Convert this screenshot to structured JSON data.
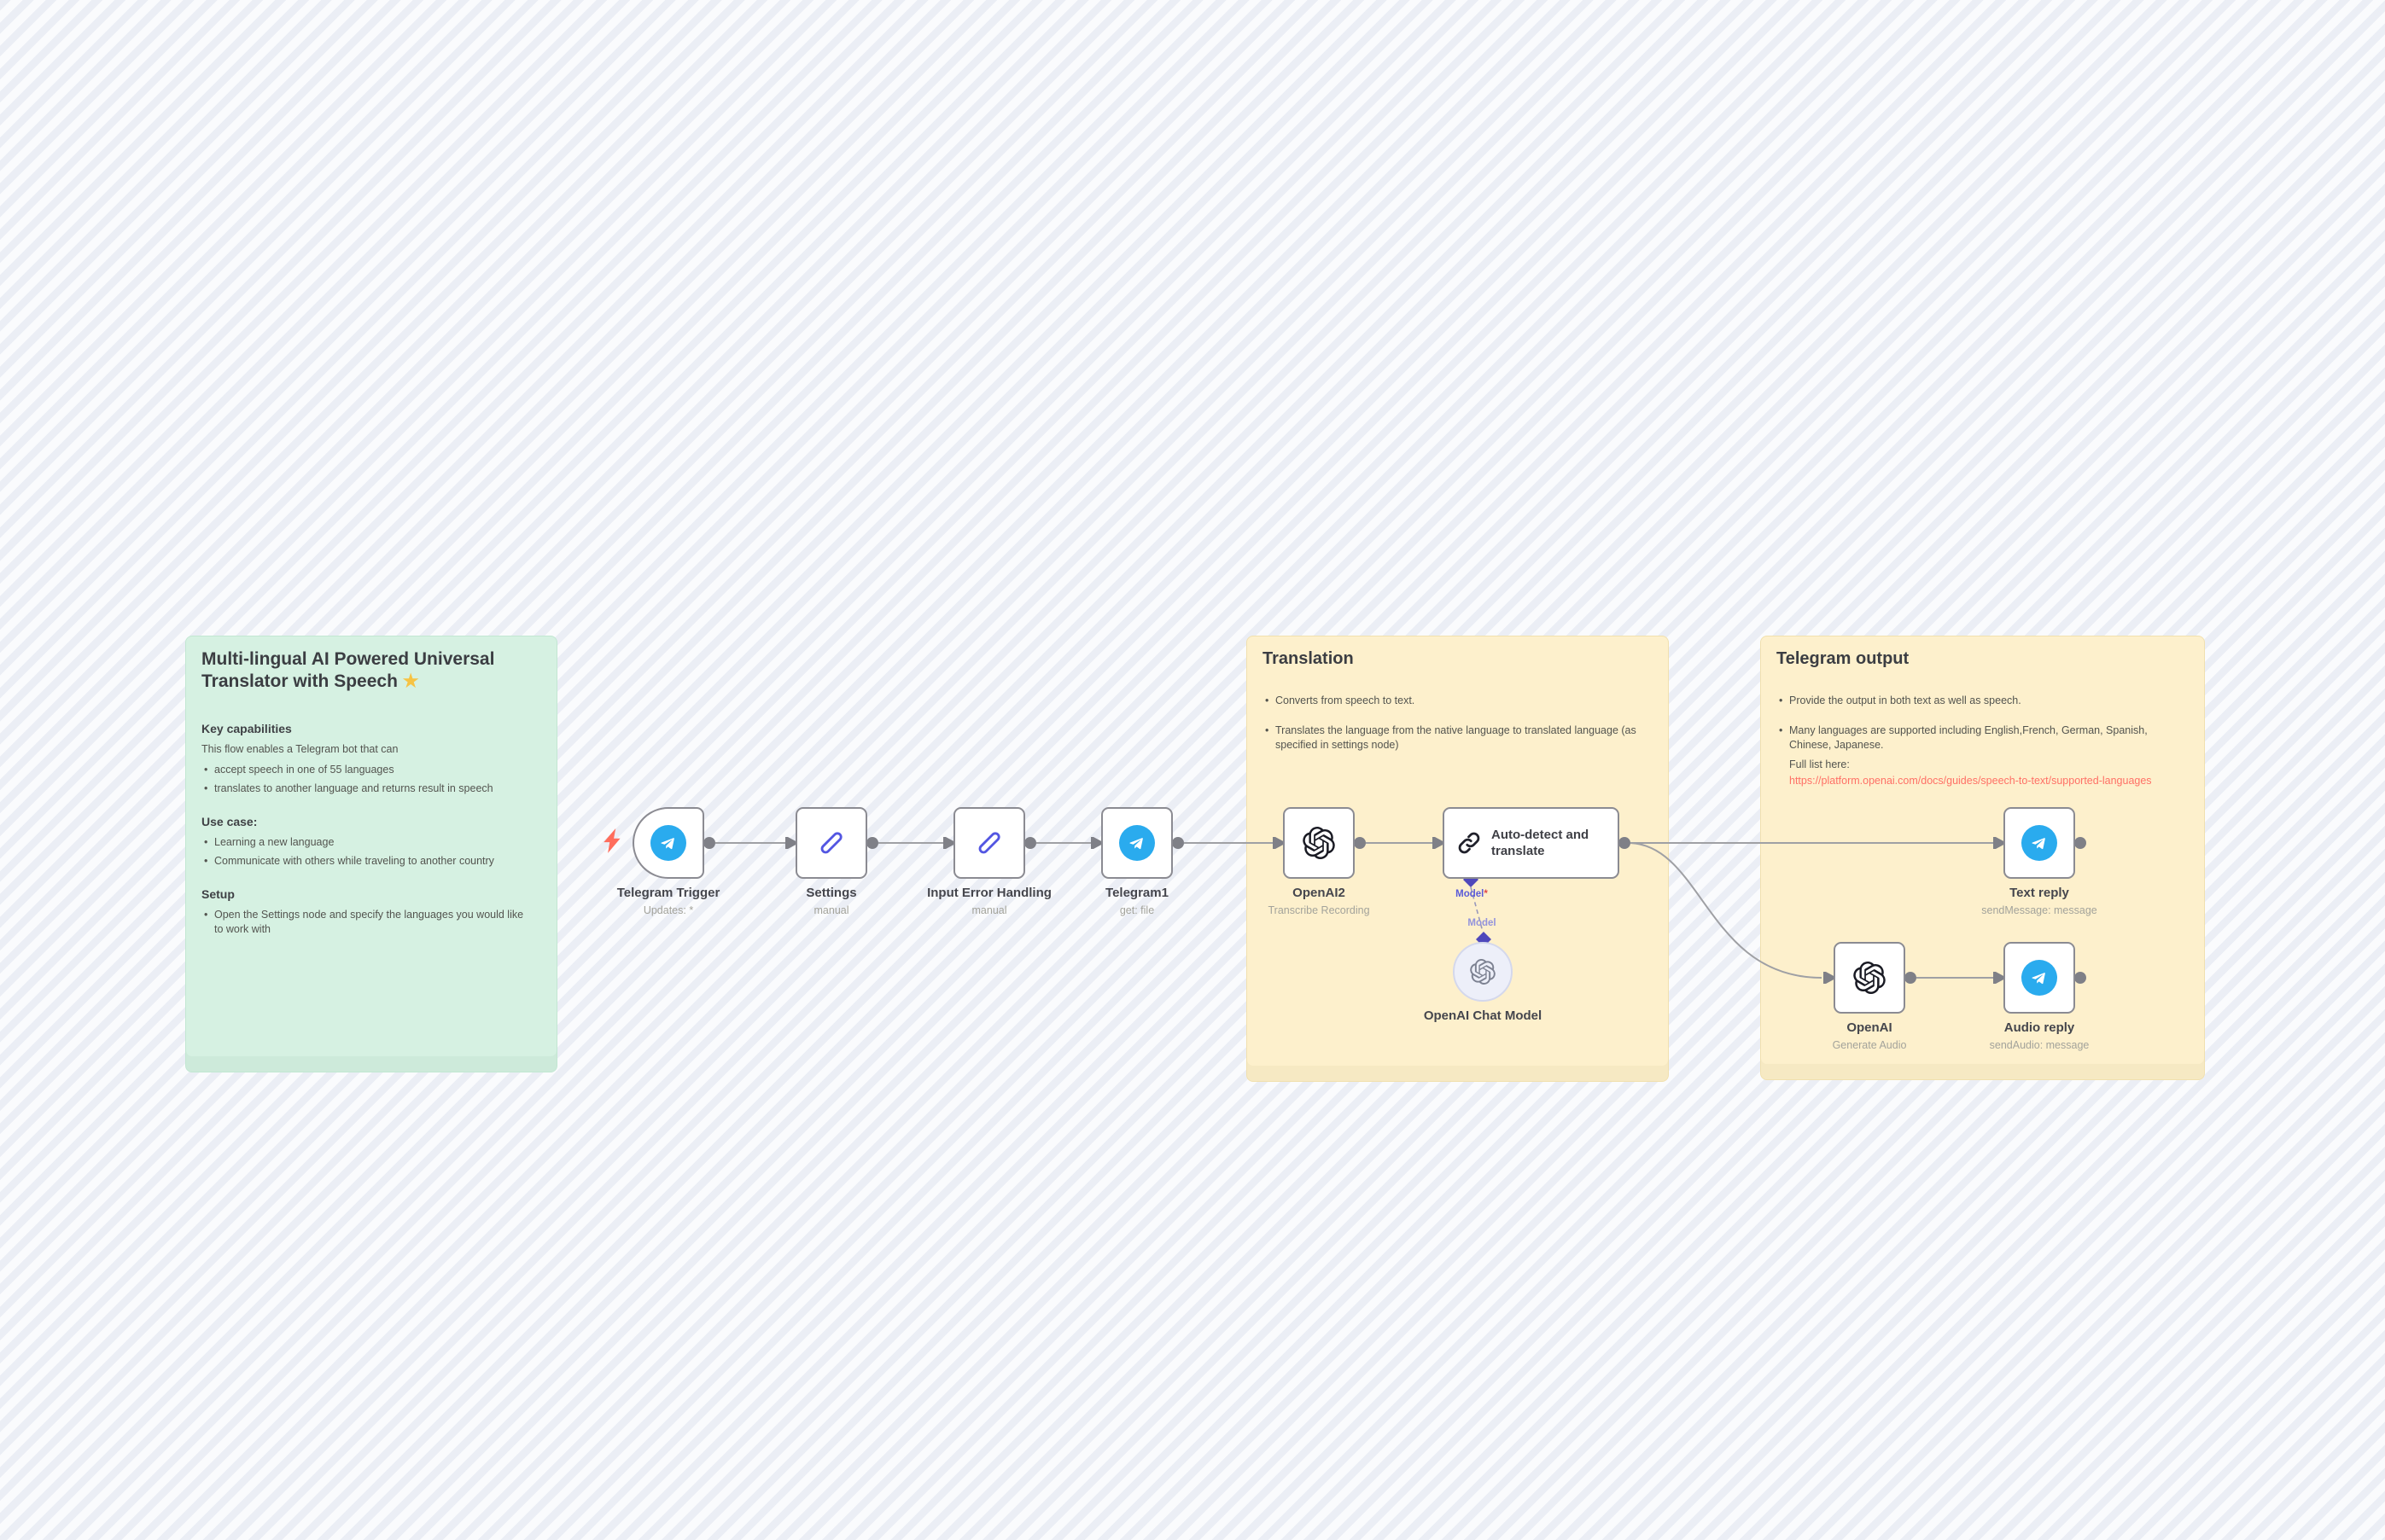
{
  "workflow": {
    "stickies": {
      "intro": {
        "title": "Multi-lingual AI Powered Universal Translator with Speech",
        "star": "★",
        "sections": [
          {
            "heading": "Key capabilities",
            "paragraph": "This flow enables a Telegram bot that can",
            "bullets": [
              "accept speech in one of 55 languages",
              "translates to another language and returns result in speech"
            ]
          },
          {
            "heading": "Use case:",
            "bullets": [
              "Learning a new language",
              "Communicate with others while traveling to another country"
            ]
          },
          {
            "heading": "Setup",
            "bullets": [
              "Open the Settings node and specify the languages you would like to work with"
            ]
          }
        ]
      },
      "translation": {
        "title": "Translation",
        "bullets": [
          "Converts from speech to text.",
          "Translates the language from the native language to translated language (as specified in settings node)"
        ]
      },
      "telegram_output": {
        "title": "Telegram output",
        "bullets": [
          "Provide the output in both text as well as speech.",
          "Many languages are supported including English,French, German, Spanish, Chinese, Japanese."
        ],
        "full_list_label": "Full list here:",
        "link": "https://platform.openai.com/docs/guides/speech-to-text/supported-languages"
      }
    },
    "nodes": {
      "telegram_trigger": {
        "label": "Telegram Trigger",
        "subtitle": "Updates: *"
      },
      "settings": {
        "label": "Settings",
        "subtitle": "manual"
      },
      "input_error_handling": {
        "label": "Input Error Handling",
        "subtitle": "manual"
      },
      "telegram1": {
        "label": "Telegram1",
        "subtitle": "get: file"
      },
      "openai2": {
        "label": "OpenAI2",
        "subtitle": "Transcribe Recording"
      },
      "auto_detect": {
        "label": "Auto-detect and translate"
      },
      "text_reply": {
        "label": "Text reply",
        "subtitle": "sendMessage: message"
      },
      "openai": {
        "label": "OpenAI",
        "subtitle": "Generate Audio"
      },
      "audio_reply": {
        "label": "Audio reply",
        "subtitle": "sendAudio: message"
      },
      "openai_chat_model": {
        "label": "OpenAI Chat Model"
      }
    },
    "connector_labels": {
      "model_input": "Model",
      "model_required": "*",
      "model_output": "Model"
    },
    "colors": {
      "sticky_green": "#d6f1e2",
      "sticky_yellow": "#fdf0cc",
      "telegram_blue": "#2aabee",
      "pen_indigo": "#5356e2",
      "trigger_bolt": "#ff6d5c",
      "link_text": "#ff7066",
      "model_label": "#5b5bd8",
      "connector_diamond": "#4f48bb",
      "wire_gray": "#9fa0a4"
    }
  }
}
